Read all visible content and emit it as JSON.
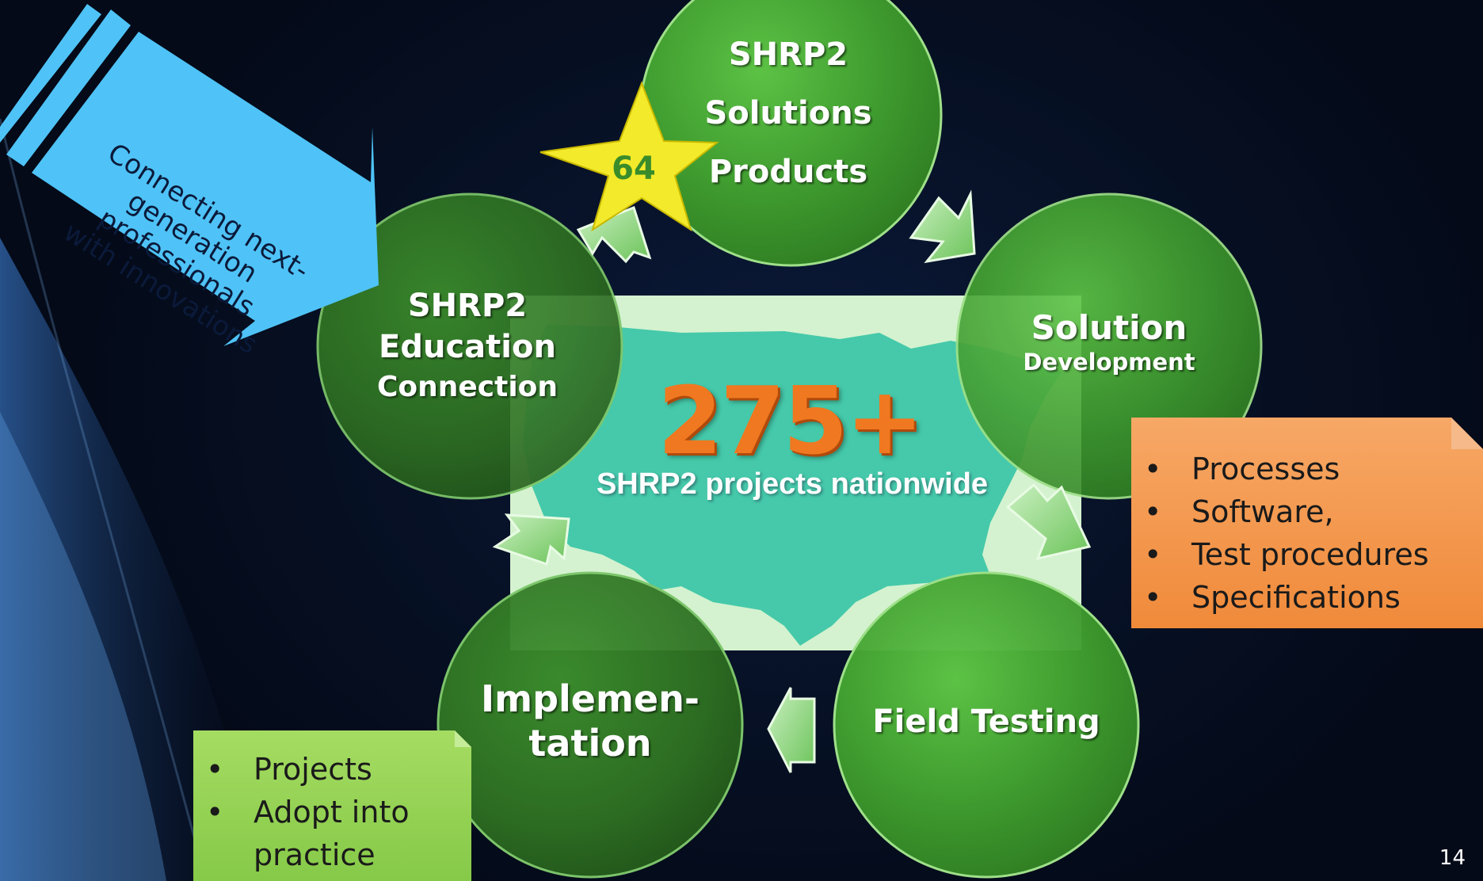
{
  "callout": {
    "lines": [
      "Connecting next-",
      "generation",
      "professionals",
      "with innovations"
    ]
  },
  "star": {
    "value": "64"
  },
  "circles": {
    "products": [
      "SHRP2",
      "Solutions",
      "Products"
    ],
    "education": [
      "SHRP2",
      "Education",
      "Connection"
    ],
    "development": [
      "Solution",
      "Development"
    ],
    "implementation": [
      "Implemen-",
      "tation"
    ],
    "field_testing": "Field Testing"
  },
  "map": {
    "big_number": "275+",
    "caption": "SHRP2 projects nationwide"
  },
  "orange_box": {
    "items": [
      "Processes",
      "Software,",
      "Test procedures",
      "Specifications"
    ]
  },
  "green_box": {
    "items": [
      "Projects",
      "Adopt into",
      "practice"
    ]
  },
  "page_number": "14",
  "colors": {
    "background": "#071126",
    "circle_green": "#3e9a2e",
    "circle_dark_green": "#2c6b22",
    "map_teal": "#2fc4c9",
    "accent_orange": "#f07820",
    "orange_box": "#f5a05a",
    "green_box": "#8fd14f",
    "callout_blue": "#4fc3f7",
    "star_yellow": "#f2ea2a"
  }
}
